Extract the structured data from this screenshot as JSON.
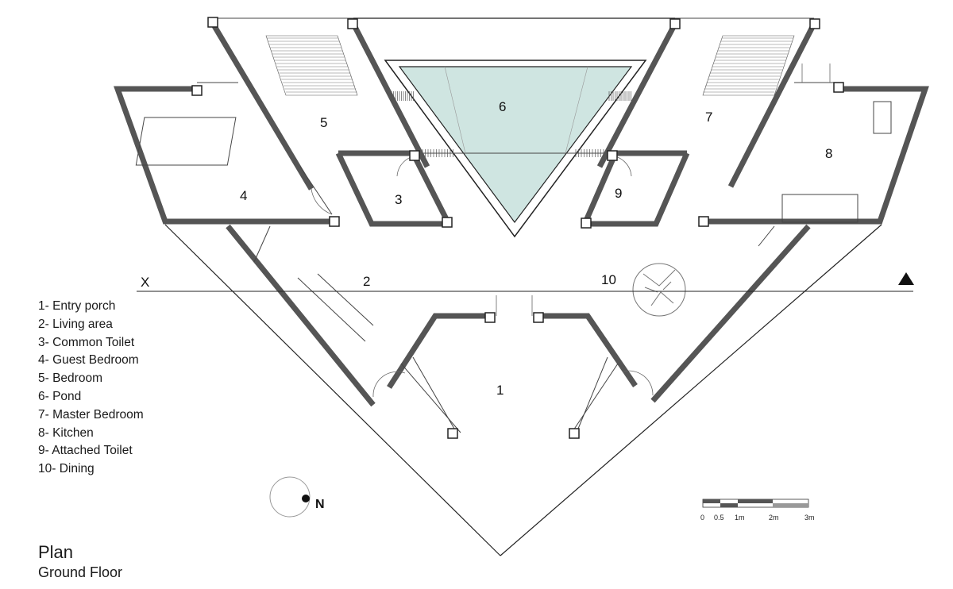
{
  "title": "Plan",
  "subtitle": "Ground Floor",
  "legend": [
    "1- Entry porch",
    "2- Living area",
    "3- Common Toilet",
    "4- Guest Bedroom",
    "5- Bedroom",
    "6- Pond",
    "7- Master Bedroom",
    "8- Kitchen",
    "9- Attached Toilet",
    "10- Dining"
  ],
  "room_numbers": {
    "r1": "1",
    "r2": "2",
    "r3": "3",
    "r4": "4",
    "r5": "5",
    "r6": "6",
    "r7": "7",
    "r8": "8",
    "r9": "9",
    "r10": "10"
  },
  "section_marker": "X",
  "compass": "N",
  "scale": {
    "l0": "0",
    "l1": "0.5",
    "l2": "1m",
    "l3": "2m",
    "l4": "3m"
  },
  "colors": {
    "wall": "#555555",
    "pond": "#cfe5e1",
    "line": "#222222"
  }
}
